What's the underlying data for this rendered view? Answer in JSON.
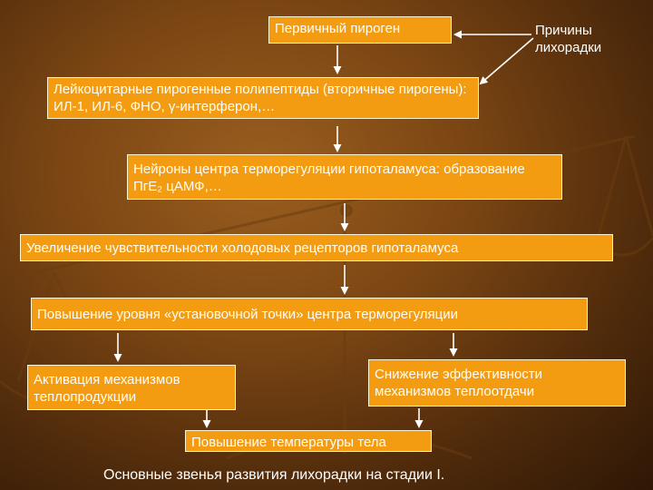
{
  "nodes": {
    "primary_pyrogen": "Первичный пироген",
    "fever_causes": "Причины лихорадки",
    "secondary_pyrogens": "Лейкоцитарные пирогенные полипептиды (вторичные пирогены): ИЛ-1, ИЛ-6, ФНО, γ-интерферон,…",
    "hypothalamus_neurons": "Нейроны центра терморегуляции гипоталамуса: образование ПгЕ₂ цАМФ,…",
    "cold_receptors": "Увеличение чувствительности холодовых рецепторов гипоталамуса",
    "set_point": "Повышение уровня «установочной точки» центра терморегуляции",
    "heat_production": "Активация механизмов теплопродукции",
    "heat_loss": "Снижение эффективности механизмов теплоотдачи",
    "temperature_rise": "Повышение температуры тела"
  },
  "caption": "Основные звенья развития лихорадки на стадии I.",
  "colors": {
    "box_fill": "#f39c12",
    "box_border": "#fff5d6",
    "arrow": "#ffffff"
  }
}
